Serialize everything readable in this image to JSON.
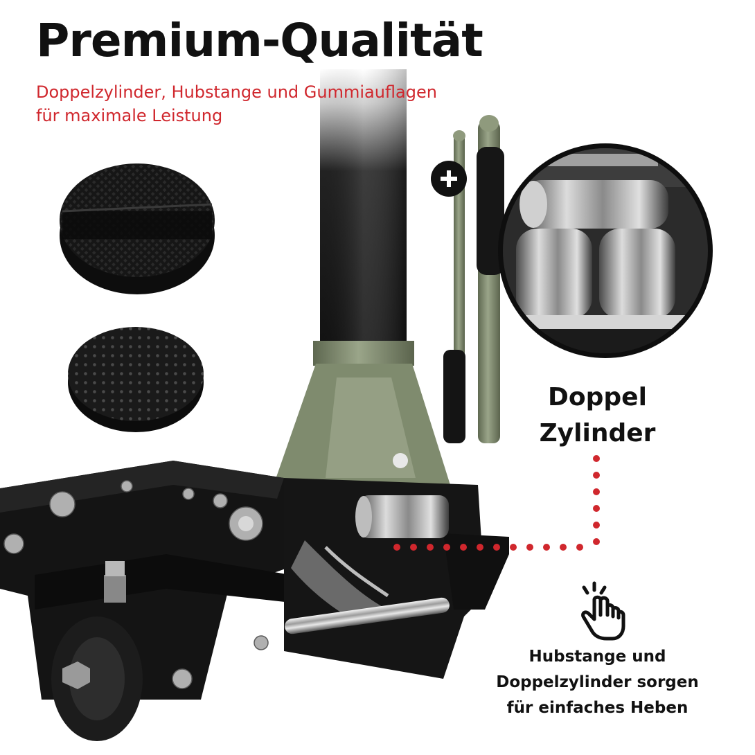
{
  "heading": {
    "title": "Premium-Qualität",
    "subtitle_lines": [
      "Doppelzylinder, Hubstange und Gummiauflagen",
      "für maximale Leistung"
    ]
  },
  "callout": {
    "lines": [
      "Doppel",
      "Zylinder"
    ]
  },
  "feature": {
    "lines": [
      "Hubstange und",
      "Doppelzylinder sorgen",
      "für einfaches Heben"
    ]
  },
  "icons": {
    "plus_badge": "plus-icon",
    "hand": "tap-hand-icon"
  },
  "colors": {
    "title": "#111111",
    "accent_red": "#d0272d",
    "jack_green": "#7f8b6e",
    "jack_black": "#131313"
  }
}
